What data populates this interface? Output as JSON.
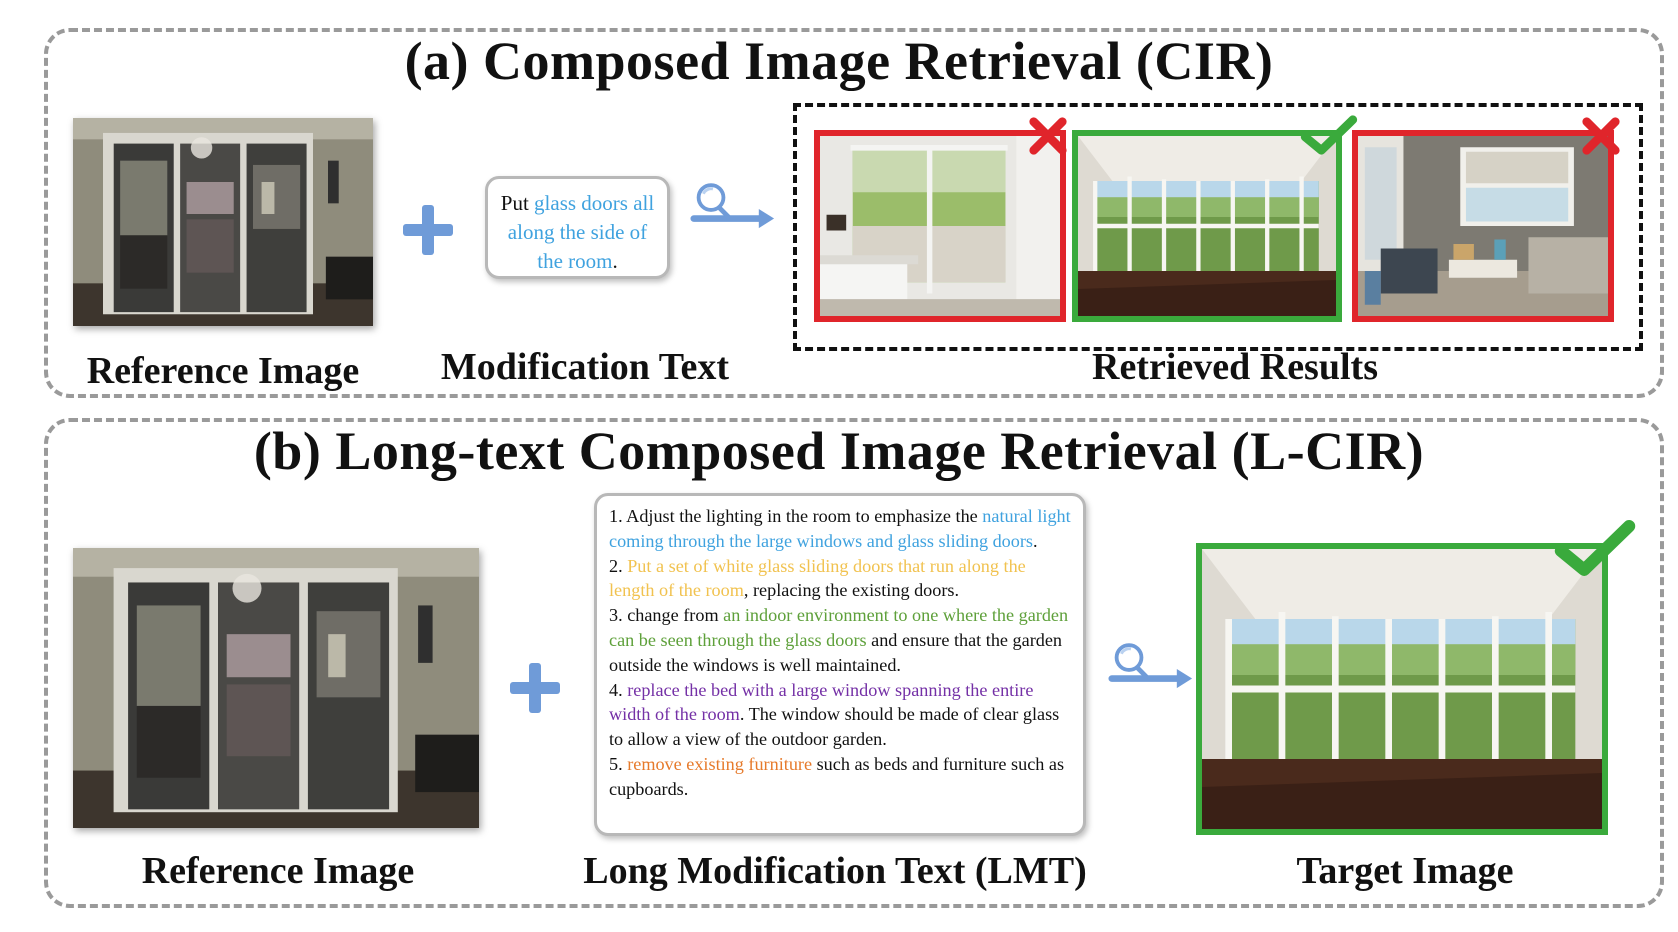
{
  "panel_a": {
    "title": "(a)  Composed Image Retrieval (CIR)",
    "reference_caption": "Reference Image",
    "modification_caption": "Modification Text",
    "results_caption": "Retrieved Results",
    "modification_text": [
      {
        "text": "Put ",
        "color": "#111111"
      },
      {
        "text": "glass doors all along the side of the room",
        "color": "#3fa2df"
      },
      {
        "text": ".",
        "color": "#111111"
      }
    ],
    "results": [
      {
        "status": "incorrect",
        "mark_icon": "cross-icon",
        "border_color": "#e0252b"
      },
      {
        "status": "correct",
        "mark_icon": "check-icon",
        "border_color": "#3aaa3c"
      },
      {
        "status": "incorrect",
        "mark_icon": "cross-icon",
        "border_color": "#e0252b"
      }
    ]
  },
  "panel_b": {
    "title": "(b)  Long-text Composed Image Retrieval (L-CIR)",
    "reference_caption": "Reference Image",
    "modification_caption": "Long Modification Text (LMT)",
    "target_caption": "Target Image",
    "items": [
      {
        "number": "1.",
        "segments": [
          {
            "text": " Adjust the lighting in the room to emphasize the ",
            "color": "#111111"
          },
          {
            "text": "natural light coming through the large windows and glass sliding doors",
            "color": "#3fa2df"
          },
          {
            "text": ".",
            "color": "#111111"
          }
        ]
      },
      {
        "number": "2.",
        "segments": [
          {
            "text": " ",
            "color": "#111111"
          },
          {
            "text": "Put a set of white glass sliding doors that run along the length of the room",
            "color": "#f1c24f"
          },
          {
            "text": ", replacing the existing doors.",
            "color": "#111111"
          }
        ]
      },
      {
        "number": "3.",
        "segments": [
          {
            "text": " change from ",
            "color": "#111111"
          },
          {
            "text": "an indoor environment to one where the garden can be seen through the glass doors",
            "color": "#5ea03a"
          },
          {
            "text": " and ensure that the garden outside the windows is well maintained.",
            "color": "#111111"
          }
        ]
      },
      {
        "number": "4.",
        "segments": [
          {
            "text": " ",
            "color": "#111111"
          },
          {
            "text": "replace the bed with a large window spanning the entire width of the room",
            "color": "#7430a6"
          },
          {
            "text": ". The window should be made of clear glass to allow a view of the outdoor garden.",
            "color": "#111111"
          }
        ]
      },
      {
        "number": "5.",
        "segments": [
          {
            "text": " ",
            "color": "#111111"
          },
          {
            "text": "remove existing furniture",
            "color": "#e67a2b"
          },
          {
            "text": " such as beds and furniture such as cupboards.",
            "color": "#111111"
          }
        ]
      }
    ],
    "target": {
      "status": "correct",
      "mark_icon": "check-icon",
      "border_color": "#3aaa3c"
    }
  },
  "icons": {
    "plus": "plus-icon",
    "search_arrow": "search-arrow-icon"
  },
  "colors": {
    "accent_blue": "#6f9bd8",
    "wrong_red": "#e0252b",
    "correct_green": "#3aaa3c",
    "dashed_gray": "#9a9a9a"
  }
}
